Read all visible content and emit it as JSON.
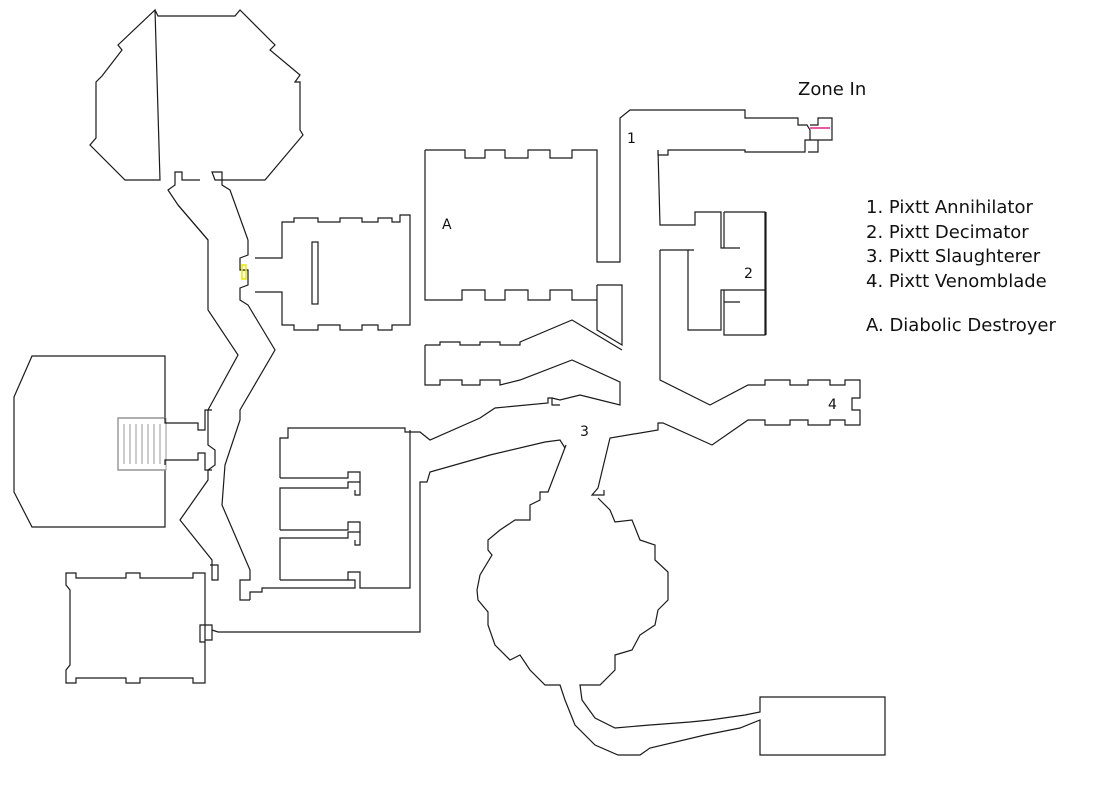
{
  "map": {
    "zone_in_label": "Zone In",
    "markers": [
      {
        "id": "1",
        "label": "1"
      },
      {
        "id": "2",
        "label": "2"
      },
      {
        "id": "3",
        "label": "3"
      },
      {
        "id": "4",
        "label": "4"
      },
      {
        "id": "A",
        "label": "A"
      }
    ],
    "colors": {
      "walls": "#1a1a1a",
      "zone_in_line": "#e0208a",
      "door": "#e8e800",
      "stairs": "#999999",
      "background": "#ffffff"
    }
  },
  "legend": {
    "numbered": [
      "1. Pixtt Annihilator",
      "2. Pixtt Decimator",
      "3. Pixtt Slaughterer",
      "4. Pixtt Venomblade"
    ],
    "lettered": [
      "A. Diabolic Destroyer"
    ]
  }
}
